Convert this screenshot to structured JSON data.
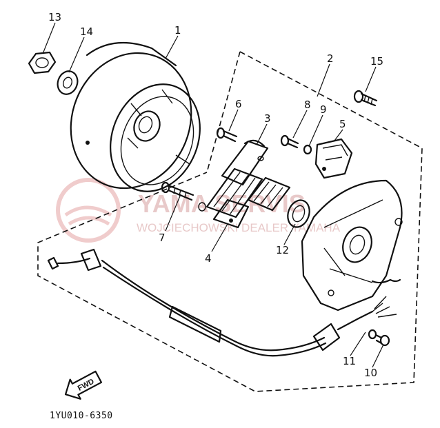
{
  "diagram": {
    "part_code": "1YU010-6350",
    "fwd_label": "FWD",
    "watermark": {
      "line1": "YAMA  SERVIS",
      "line2": "WOJCIECHOWSKI   DEALER YAMAHA"
    },
    "callouts": {
      "c1": "1",
      "c2": "2",
      "c3": "3",
      "c4": "4",
      "c5": "5",
      "c6": "6",
      "c7": "7",
      "c8": "8",
      "c9": "9",
      "c10": "10",
      "c11": "11",
      "c12": "12",
      "c13": "13",
      "c14": "14",
      "c15": "15"
    }
  }
}
